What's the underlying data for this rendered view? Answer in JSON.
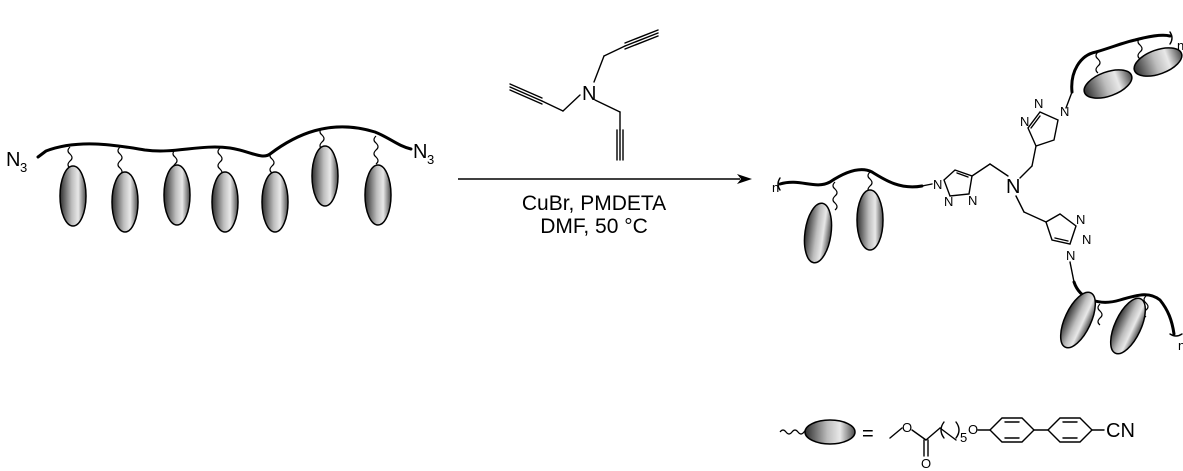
{
  "reaction": {
    "condition_line1": "CuBr, PMDETA",
    "condition_line2": "DMF, 50 °C"
  },
  "reactant": {
    "end_label_left": "N",
    "end_label_right": "N",
    "end_subscript": "3"
  },
  "crosslinker": {
    "center_atom": "N"
  },
  "product": {
    "center_atom": "N",
    "triazole_N": "N",
    "repeat_label": "n"
  },
  "legend": {
    "equals": "=",
    "ester_O": "O",
    "carbonyl_O": "O",
    "spacer_count": "5",
    "ether_O": "O",
    "cyano": "CN"
  },
  "colors": {
    "ellipse_dark": "#3a3a3a",
    "ellipse_light": "#e6e6e6",
    "ink": "#000000"
  }
}
